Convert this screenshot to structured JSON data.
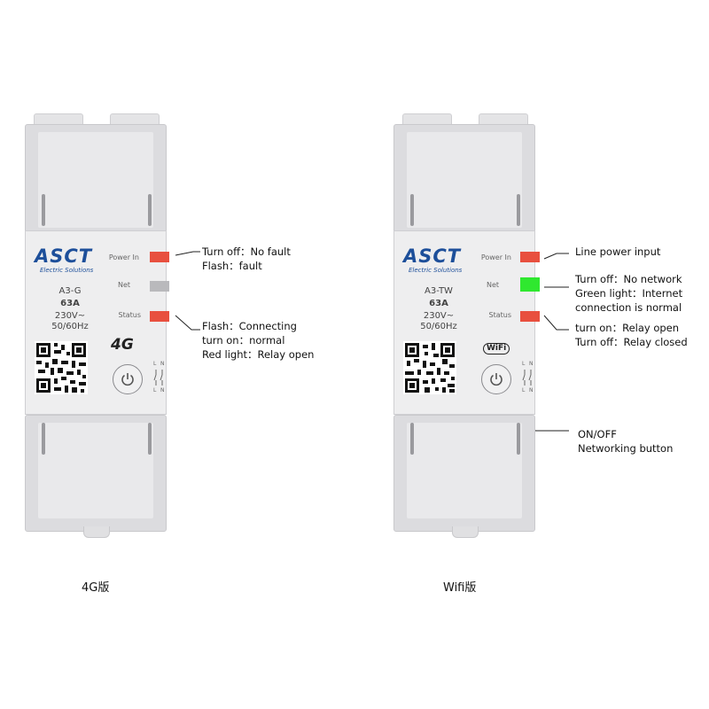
{
  "brand": {
    "logo": "ASCT",
    "subtitle": "Electric Solutions"
  },
  "panel_labels": {
    "power_in": "Power In",
    "net": "Net",
    "status": "Status"
  },
  "terminal_labels": {
    "l": "L",
    "n": "N"
  },
  "devices": [
    {
      "model": "A3-G",
      "current": "63A",
      "voltage": "230V~",
      "frequency": "50/60Hz",
      "badge": "4G",
      "caption": "4G版",
      "leds": {
        "power_in": "#e8503f",
        "net": "#b9b9bc",
        "status": "#e8503f"
      },
      "annotations": {
        "power_in": [
          "Turn off：No fault",
          "Flash：fault"
        ],
        "status": [
          "Flash：Connecting",
          "turn on：normal",
          "Red light：Relay open"
        ]
      }
    },
    {
      "model": "A3-TW",
      "current": "63A",
      "voltage": "230V~",
      "frequency": "50/60Hz",
      "badge": "WiFi",
      "caption": "Wifi版",
      "leds": {
        "power_in": "#e8503f",
        "net": "#2fe82f",
        "status": "#e8503f"
      },
      "annotations": {
        "power_in": [
          "Line power input"
        ],
        "net": [
          "Turn off：No network",
          "Green light：Internet",
          "connection is normal"
        ],
        "status": [
          "turn on：Relay open",
          "Turn off：Relay closed"
        ],
        "button": [
          "ON/OFF",
          "Networking button"
        ]
      }
    }
  ],
  "colors": {
    "logo_blue": "#1d4f9a",
    "led_red": "#e8503f",
    "led_green": "#2fe82f",
    "led_grey": "#b9b9bc"
  }
}
